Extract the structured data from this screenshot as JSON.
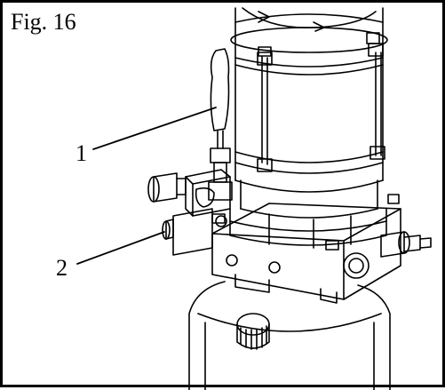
{
  "figure": {
    "label": "Fig. 16"
  },
  "callouts": [
    {
      "number": "1"
    },
    {
      "number": "2"
    }
  ],
  "colors": {
    "line": "#000000",
    "background": "#ffffff"
  }
}
